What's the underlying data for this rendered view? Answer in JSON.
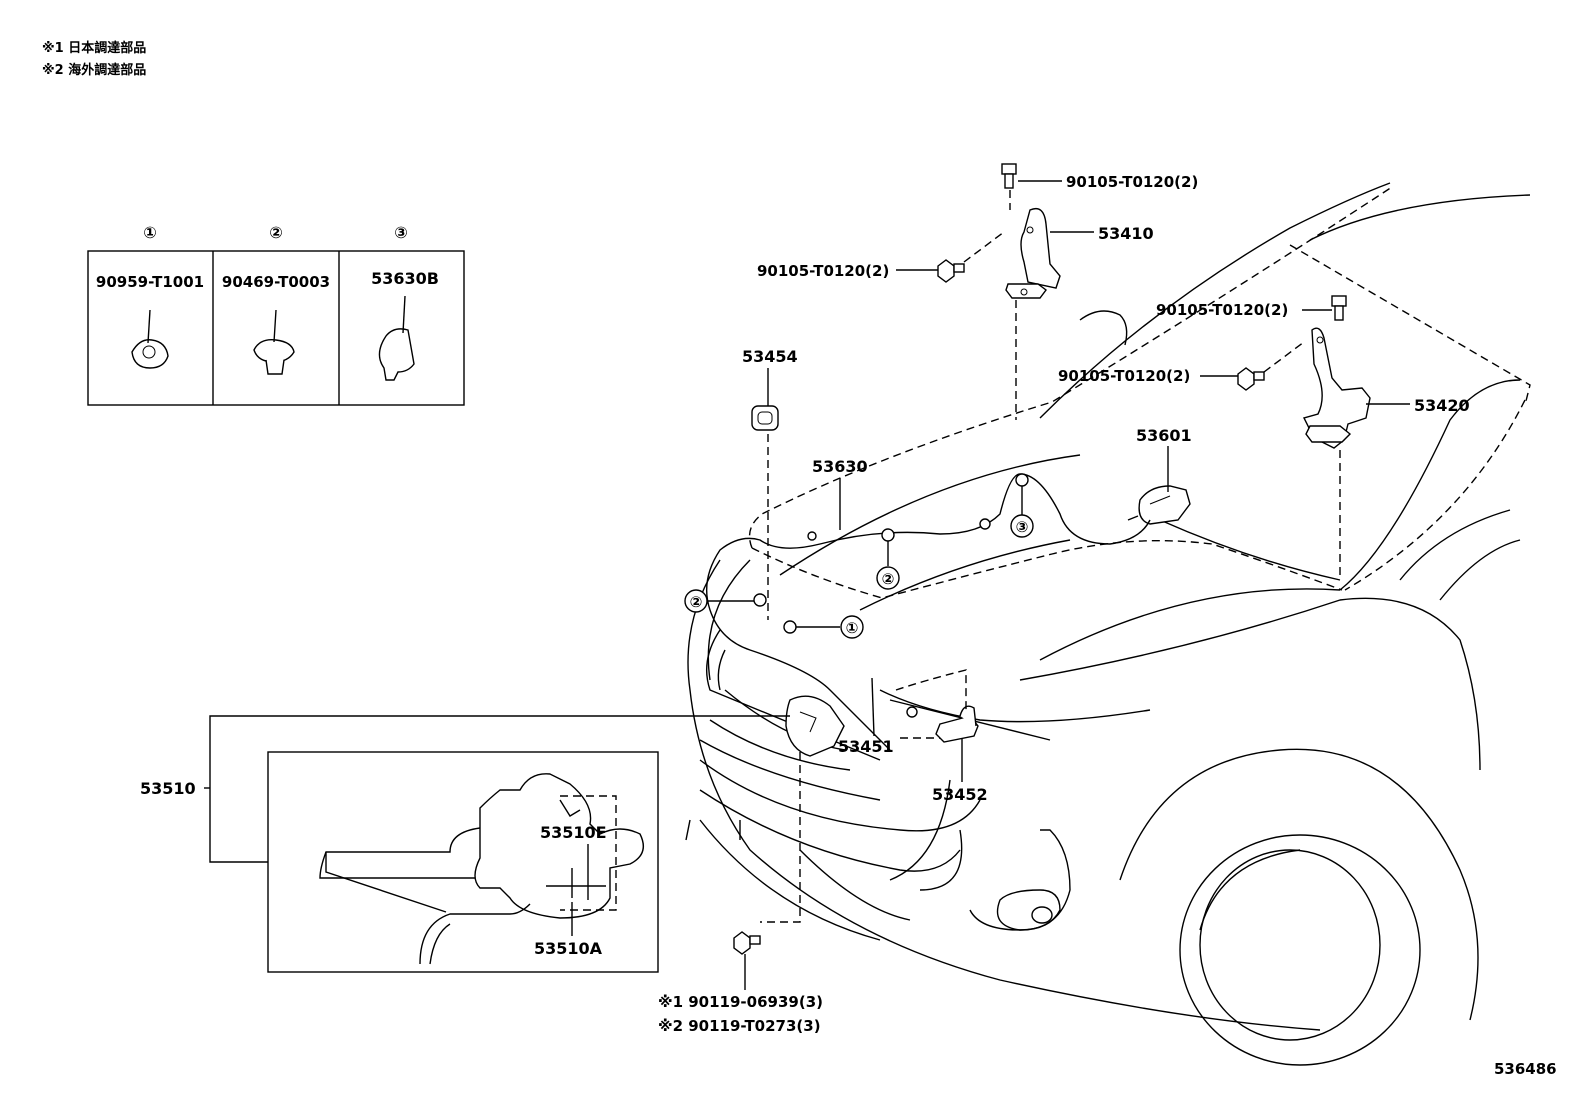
{
  "notes": [
    "※1 日本調達部品",
    "※2 海外調達部品"
  ],
  "legend": [
    {
      "marker": "①",
      "part_no": "90959-T1001"
    },
    {
      "marker": "②",
      "part_no": "90469-T0003"
    },
    {
      "marker": "③",
      "part_no": "53630B"
    }
  ],
  "callouts": {
    "bolt_top": "90105-T0120(2)",
    "bolt_left_hinge": "90105-T0120(2)",
    "bolt_right_top": "90105-T0120(2)",
    "bolt_right_mid": "90105-T0120(2)",
    "hinge_left": "53410",
    "hinge_right": "53420",
    "part_53454": "53454",
    "cable": "53630",
    "handle": "53601",
    "part_53451": "53451",
    "part_53452": "53452",
    "lock": "53510",
    "lock_e": "53510E",
    "lock_a": "53510A",
    "bolt_bottom_1": "※1 90119-06939(3)",
    "bolt_bottom_2": "※2 90119-T0273(3)",
    "marker_1": "①",
    "marker_2": "②",
    "marker_3": "③",
    "illustration_no": "536486"
  }
}
